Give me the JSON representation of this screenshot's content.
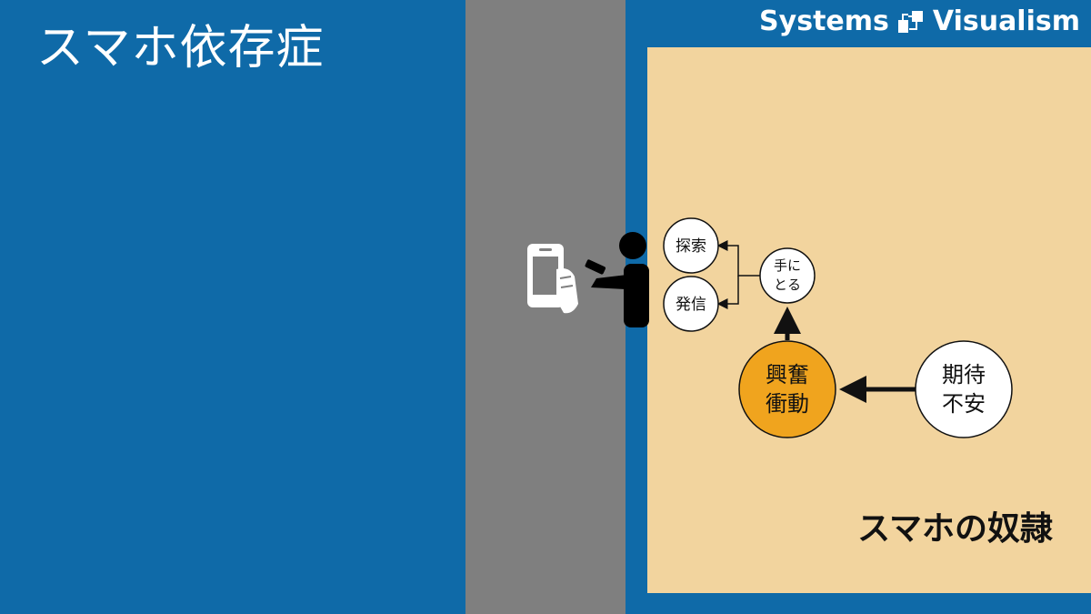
{
  "header": {
    "title": "スマホ依存症"
  },
  "brand": {
    "left": "Systems",
    "right": "Visualism"
  },
  "area": {
    "label": "スマホの奴隷"
  },
  "nodes": {
    "search": {
      "label": "探索"
    },
    "post": {
      "label": "発信"
    },
    "pick_up": {
      "line1": "手に",
      "line2": "とる"
    },
    "excitement": {
      "line1": "興奮",
      "line2": "衝動",
      "fill": "#f0a41e"
    },
    "expectation": {
      "line1": "期待",
      "line2": "不安"
    }
  },
  "icons": [
    "smartphone-in-hand-icon",
    "person-holding-phone-icon",
    "systems-visualism-logo-icon"
  ],
  "colors": {
    "blue": "#0f6aa8",
    "gray": "#7f7f7f",
    "beige": "#f2d49e",
    "orange": "#f0a41e"
  }
}
